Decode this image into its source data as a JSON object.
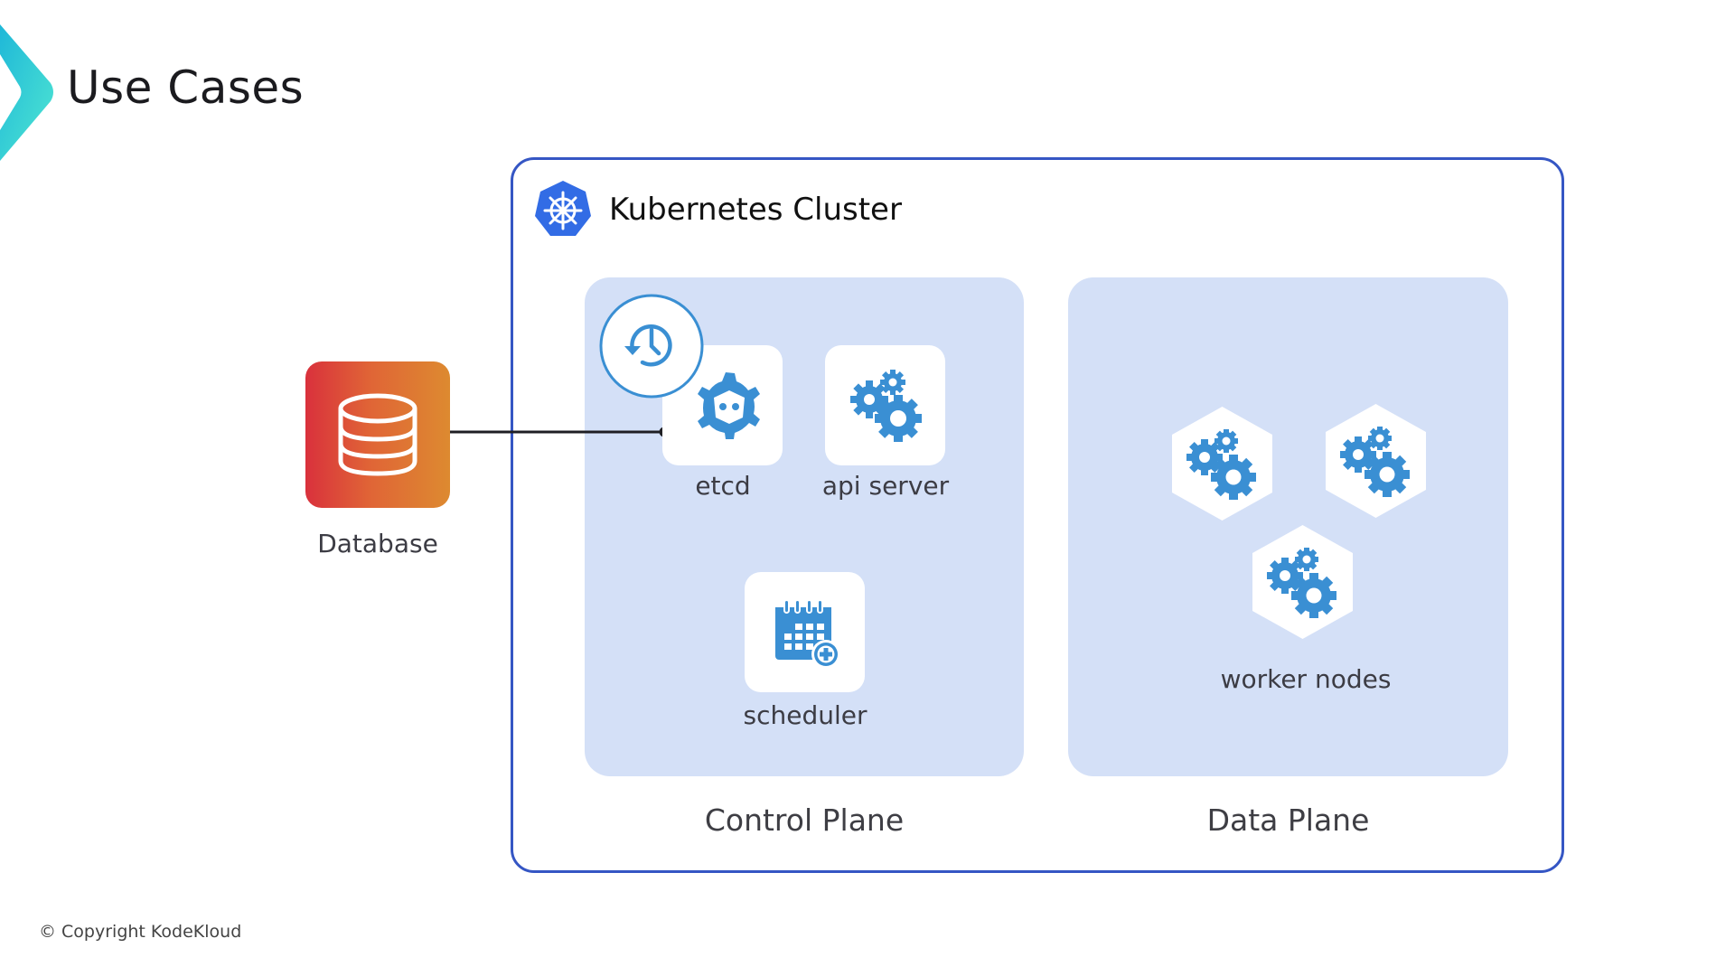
{
  "slide": {
    "title": "Use Cases",
    "copyright": "© Copyright KodeKloud"
  },
  "database": {
    "label": "Database",
    "icon": "database-icon",
    "gradient": [
      "#d9313c",
      "#dd8a30"
    ]
  },
  "cluster": {
    "title": "Kubernetes Cluster",
    "logo": "kubernetes-logo",
    "border_color": "#3556c4",
    "control_plane": {
      "label": "Control Plane",
      "components": [
        {
          "label": "etcd",
          "icon": "etcd-icon"
        },
        {
          "label": "api server",
          "icon": "gears-icon"
        },
        {
          "label": "scheduler",
          "icon": "calendar-add-icon"
        }
      ],
      "badge_icon": "history-icon"
    },
    "data_plane": {
      "label": "Data Plane",
      "worker_label": "worker nodes",
      "worker_count": 3,
      "worker_icon": "gears-icon"
    }
  },
  "colors": {
    "plane_fill": "#d4e0f7",
    "icon_blue": "#3a8fd3",
    "k8s_blue": "#326ce5",
    "chevron": [
      "#1fb8d8",
      "#4fe6d2"
    ]
  },
  "connections": [
    {
      "from": "Database",
      "to": "etcd"
    }
  ]
}
